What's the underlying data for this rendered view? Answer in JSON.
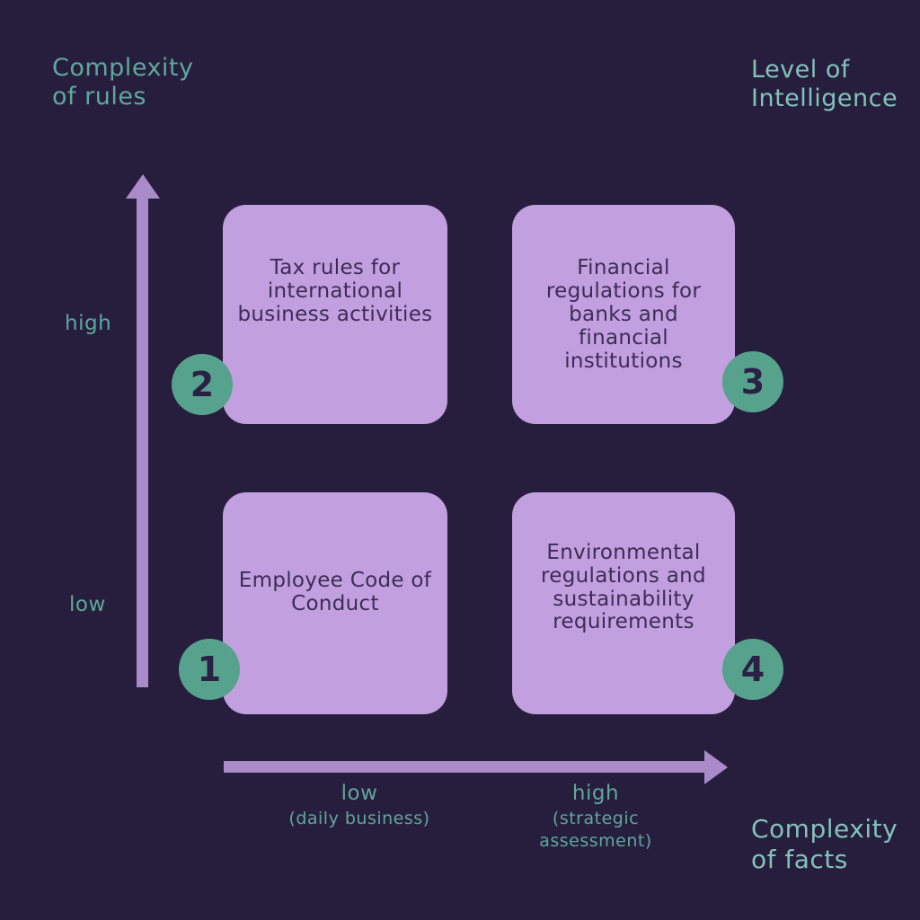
{
  "diagram": {
    "type": "2x2-matrix",
    "titles": {
      "top_left": "Complexity\nof rules",
      "top_right": "Level of\nIntelligence",
      "bottom_right": "Complexity\nof facts"
    },
    "y_axis": {
      "high_label": "high",
      "low_label": "low"
    },
    "x_axis": {
      "low_label": "low",
      "low_sublabel": "(daily business)",
      "high_label": "high",
      "high_sublabel": "(strategic assessment)"
    },
    "quadrants": [
      {
        "number": "1",
        "position": "bottom-left",
        "label": "Employee Code of\nConduct"
      },
      {
        "number": "2",
        "position": "top-left",
        "label": "Tax rules for\ninternational\nbusiness activities"
      },
      {
        "number": "3",
        "position": "top-right",
        "label": "Financial\nregulations for\nbanks and\nfinancial\ninstitutions"
      },
      {
        "number": "4",
        "position": "bottom-right",
        "label": "Environmental\nregulations and\nsustainability\nrequirements"
      }
    ],
    "colors": {
      "background": "#271e3e",
      "box_fill": "#c29fdf",
      "box_text": "#3d2b57",
      "badge_fill": "#57a28c",
      "badge_text": "#2a2145",
      "arrow": "#a98bc9",
      "teal_dark": "#5fa79d",
      "teal_light": "#82c2ba"
    }
  }
}
